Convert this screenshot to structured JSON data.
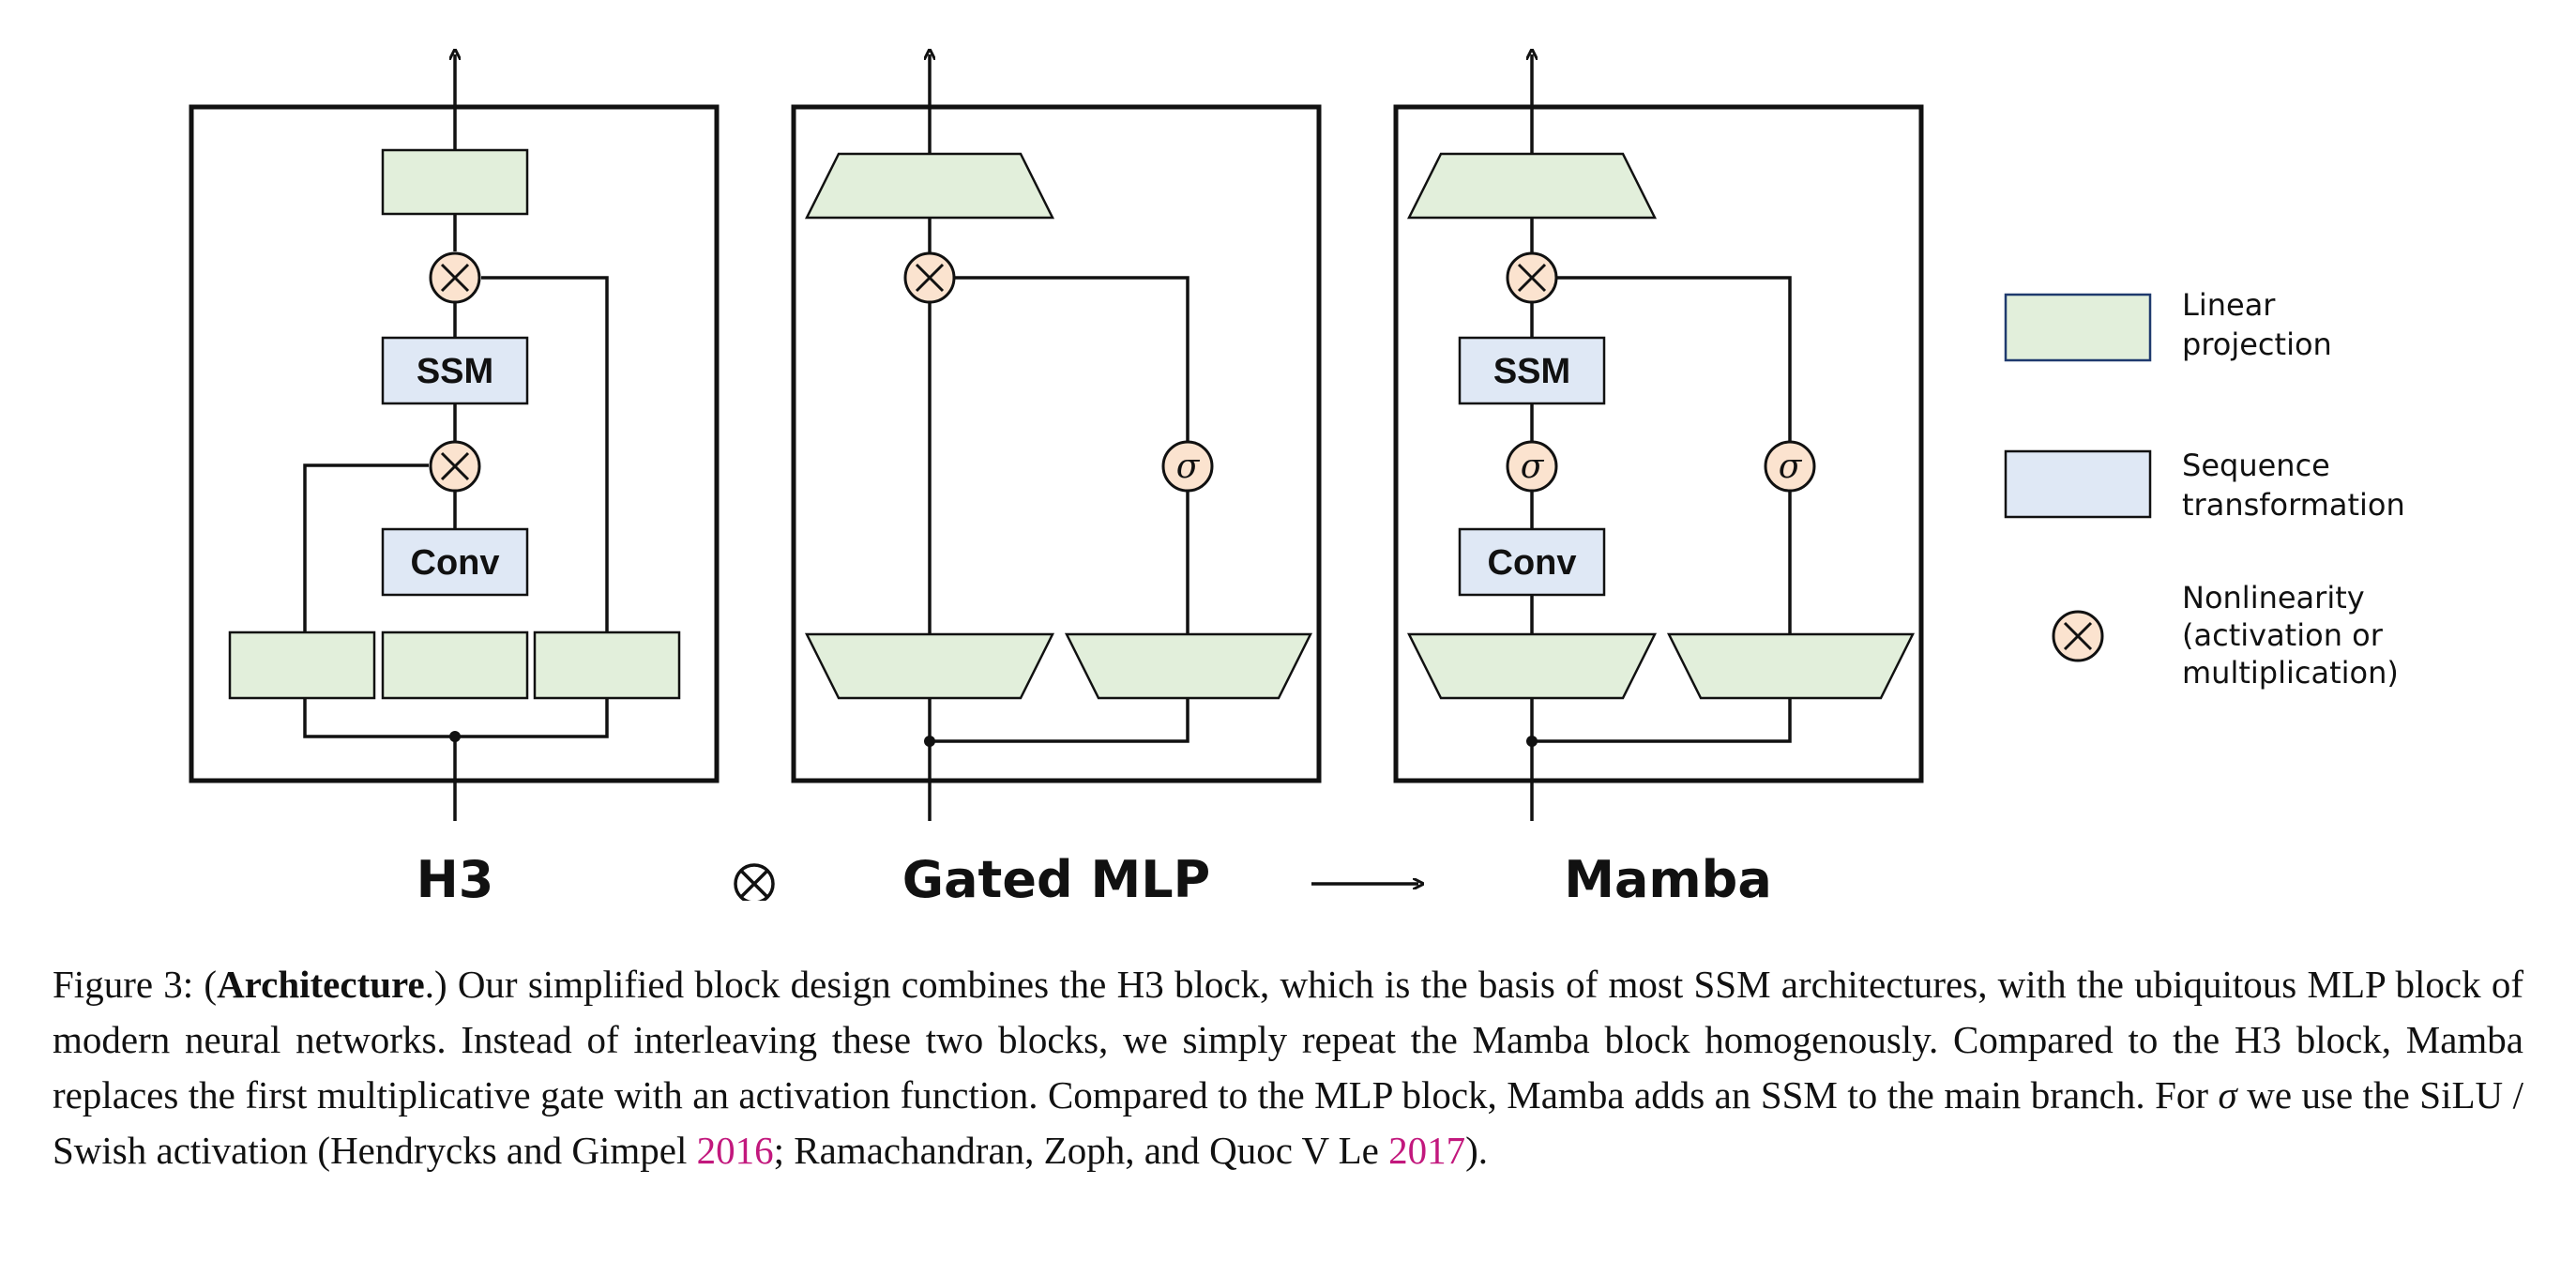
{
  "colors": {
    "linear_fill": "#e2efdb",
    "sequence_fill": "#dfe8f5",
    "nonlinearity_fill": "#fbe3cf",
    "citation": "#c2187d"
  },
  "blocks": {
    "h3": {
      "name": "H3",
      "ssm_label": "SSM",
      "conv_label": "Conv"
    },
    "gated_mlp": {
      "name": "Gated MLP",
      "sigma_label": "σ"
    },
    "mamba": {
      "name": "Mamba",
      "ssm_label": "SSM",
      "conv_label": "Conv",
      "sigma_label": "σ"
    }
  },
  "combine_symbol": "⊗",
  "legend": {
    "linear_line1": "Linear",
    "linear_line2": "projection",
    "sequence_line1": "Sequence",
    "sequence_line2": "transformation",
    "nonlinearity_line1": "Nonlinearity",
    "nonlinearity_line2": "(activation or",
    "nonlinearity_line3": "multiplication)"
  },
  "caption": {
    "prefix": "Figure 3: (",
    "bold": "Architecture",
    "after_bold": ".) Our simplified block design combines the H3 block, which is the basis of most SSM architectures, with the ubiquitous MLP block of modern neural networks. Instead of interleaving these two blocks, we simply repeat the Mamba block homogenously. Compared to the H3 block, Mamba replaces the first multiplicative gate with an activation function. Compared to the MLP block, Mamba adds an SSM to the main branch. For ",
    "sigma": "σ",
    "after_sigma": " we use the SiLU / Swish activation (Hendrycks and Gimpel ",
    "cite1": "2016",
    "middle": "; Ramachandran, Zoph, and Quoc V Le ",
    "cite2": "2017",
    "suffix": ")."
  }
}
